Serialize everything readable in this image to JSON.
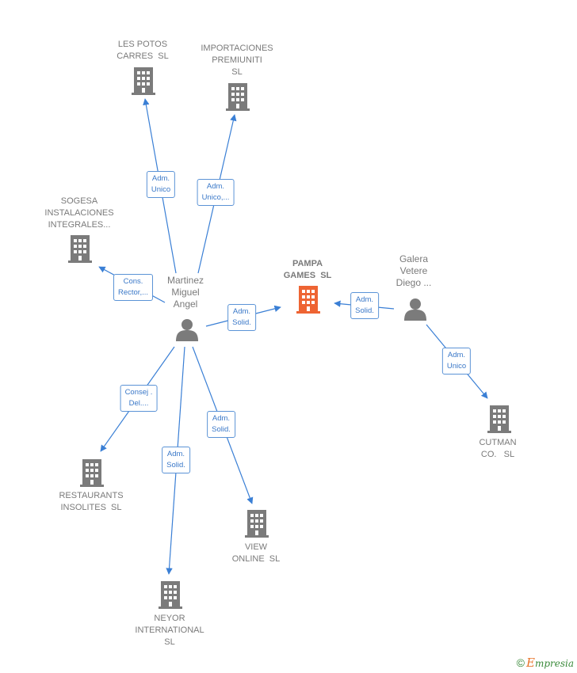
{
  "colors": {
    "edge": "#3a7fd5",
    "building": "#7b7b7b",
    "focus_building": "#ee6433",
    "person": "#7b7b7b"
  },
  "nodes": {
    "les_potos": {
      "label": "LES POTOS\nCARRES  SL",
      "icon": "building-icon"
    },
    "importaciones": {
      "label": "IMPORTACIONES\nPREMIUNITI\nSL",
      "icon": "building-icon"
    },
    "sogesa": {
      "label": "SOGESA\nINSTALACIONES\nINTEGRALES...",
      "icon": "building-icon"
    },
    "martinez": {
      "label": "Martinez\nMiguel\nAngel",
      "icon": "person-icon"
    },
    "pampa": {
      "label": "PAMPA\nGAMES  SL",
      "icon": "building-icon"
    },
    "galera": {
      "label": "Galera\nVetere\nDiego ...",
      "icon": "person-icon"
    },
    "cutman": {
      "label": "CUTMAN\nCO.   SL",
      "icon": "building-icon"
    },
    "restaurants": {
      "label": "RESTAURANTS\nINSOLITES  SL",
      "icon": "building-icon"
    },
    "view_online": {
      "label": "VIEW\nONLINE  SL",
      "icon": "building-icon"
    },
    "neyor": {
      "label": "NEYOR\nINTERNATIONAL\nSL",
      "icon": "building-icon"
    }
  },
  "edges": {
    "to_les_potos": "Adm.\nUnico",
    "to_importaciones": "Adm.\nUnico,...",
    "to_sogesa": "Cons.\nRector,...",
    "to_pampa_martinez": "Adm.\nSolid.",
    "to_pampa_galera": "Adm.\nSolid.",
    "to_cutman": "Adm.\nUnico",
    "to_restaurants": "Consej .\nDel....",
    "to_neyor": "Adm.\nSolid.",
    "to_view_online": "Adm.\nSolid."
  },
  "watermark": {
    "copyright": "©",
    "brand_first": "E",
    "brand_rest": "mpresia"
  }
}
